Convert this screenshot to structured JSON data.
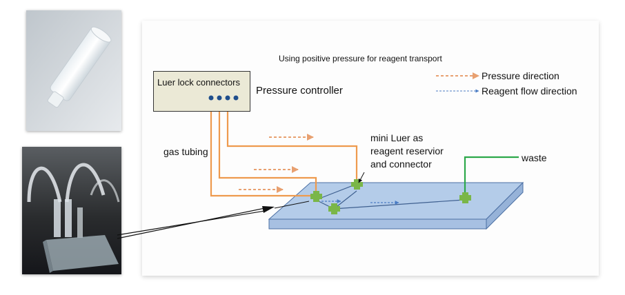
{
  "diagram": {
    "title": "Using positive pressure for reagent transport",
    "controller_box_label": "Luer lock connectors",
    "controller_name": "Pressure controller",
    "legend": {
      "pressure": "Pressure direction",
      "reagent": "Reagent flow direction"
    },
    "labels": {
      "gas_tubing": "gas tubing",
      "mini_luer_line1": "mini Luer as",
      "mini_luer_line2": "reagent reservior",
      "mini_luer_line3": "and connector",
      "waste": "waste"
    },
    "colors": {
      "tubing": "#ee9a4d",
      "arrow_pressure": "#e8a070",
      "arrow_reagent": "#4a7cc4",
      "connector": "#7ab648",
      "waste_line": "#2ca84a",
      "chip_top": "#b4cce9",
      "chip_edge": "#4b6fa3",
      "controller_fill": "#ebe9d6",
      "port": "#1f4e8c"
    }
  }
}
